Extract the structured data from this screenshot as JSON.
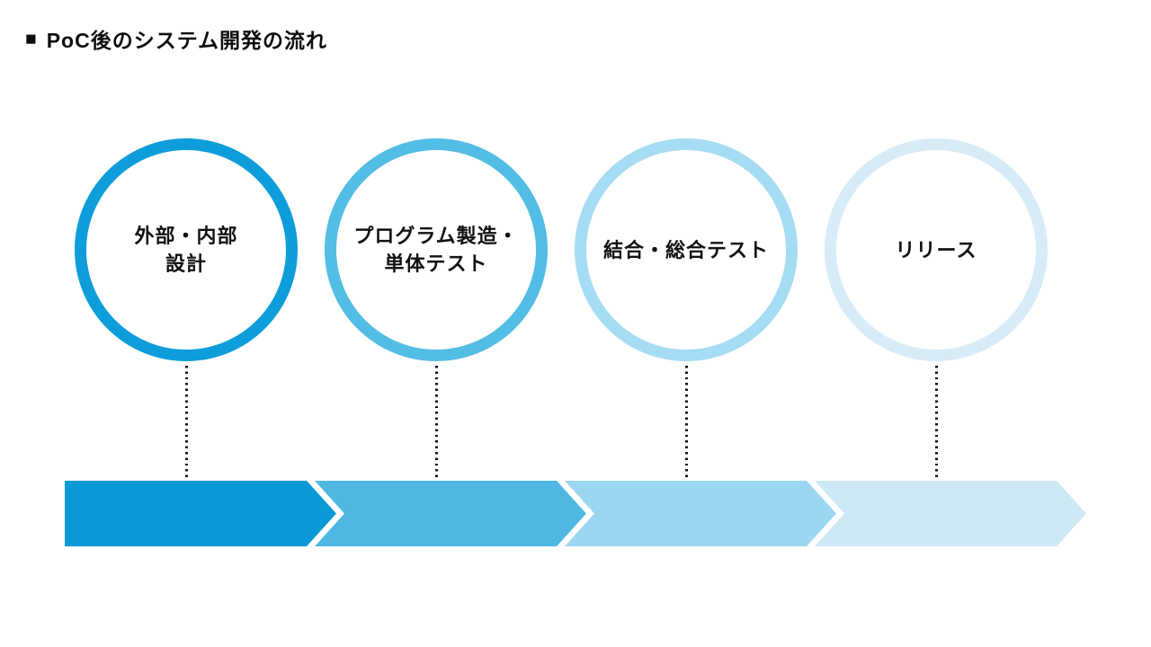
{
  "header": {
    "marker": "■",
    "title": "PoC後のシステム開発の流れ"
  },
  "palette": {
    "background": "#ffffff",
    "text": "#111111",
    "base_blue": "#0899d6"
  },
  "stages": [
    {
      "label": "外部・内部\n設計",
      "circle_color": "#0d9dda",
      "arrow_color": "#0899d6"
    },
    {
      "label": "プログラム製造・\n単体テスト",
      "circle_color": "#52bde5",
      "arrow_color": "#4eb8e2"
    },
    {
      "label": "結合・総合テスト",
      "circle_color": "#a5dcf3",
      "arrow_color": "#9bd7f0"
    },
    {
      "label": "リリース",
      "circle_color": "#d8ecf8",
      "arrow_color": "#cde9f6"
    }
  ]
}
